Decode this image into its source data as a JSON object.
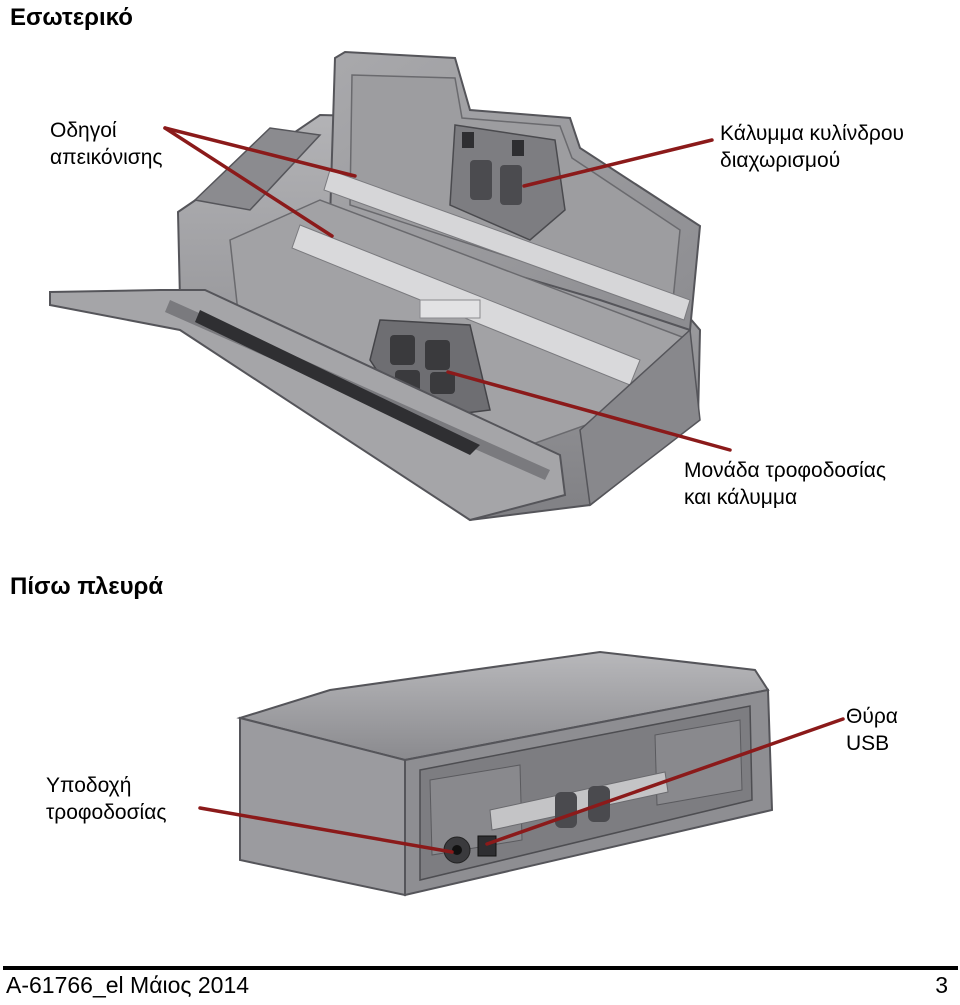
{
  "sections": {
    "interior": {
      "title": "Εσωτερικό"
    },
    "back": {
      "title": "Πίσω πλευρά"
    }
  },
  "callouts": {
    "imaging_guides": "Οδηγοί\nαπεικόνισης",
    "separation_roller_cover": "Κάλυμμα κυλίνδρου\nδιαχωρισμού",
    "feed_module_cover": "Μονάδα τροφοδοσίας\nκαι κάλυμμα",
    "power_port": "Υποδοχή\nτροφοδοσίας",
    "usb_port": "Θύρα\nUSB"
  },
  "footer": {
    "doc_id_date": "A-61766_el  Μάιος 2014",
    "page_number": "3"
  },
  "colors": {
    "leader_line": "#8b1a1a",
    "scanner_body": "#9a9a9d",
    "scanner_dark": "#5e5e62"
  }
}
